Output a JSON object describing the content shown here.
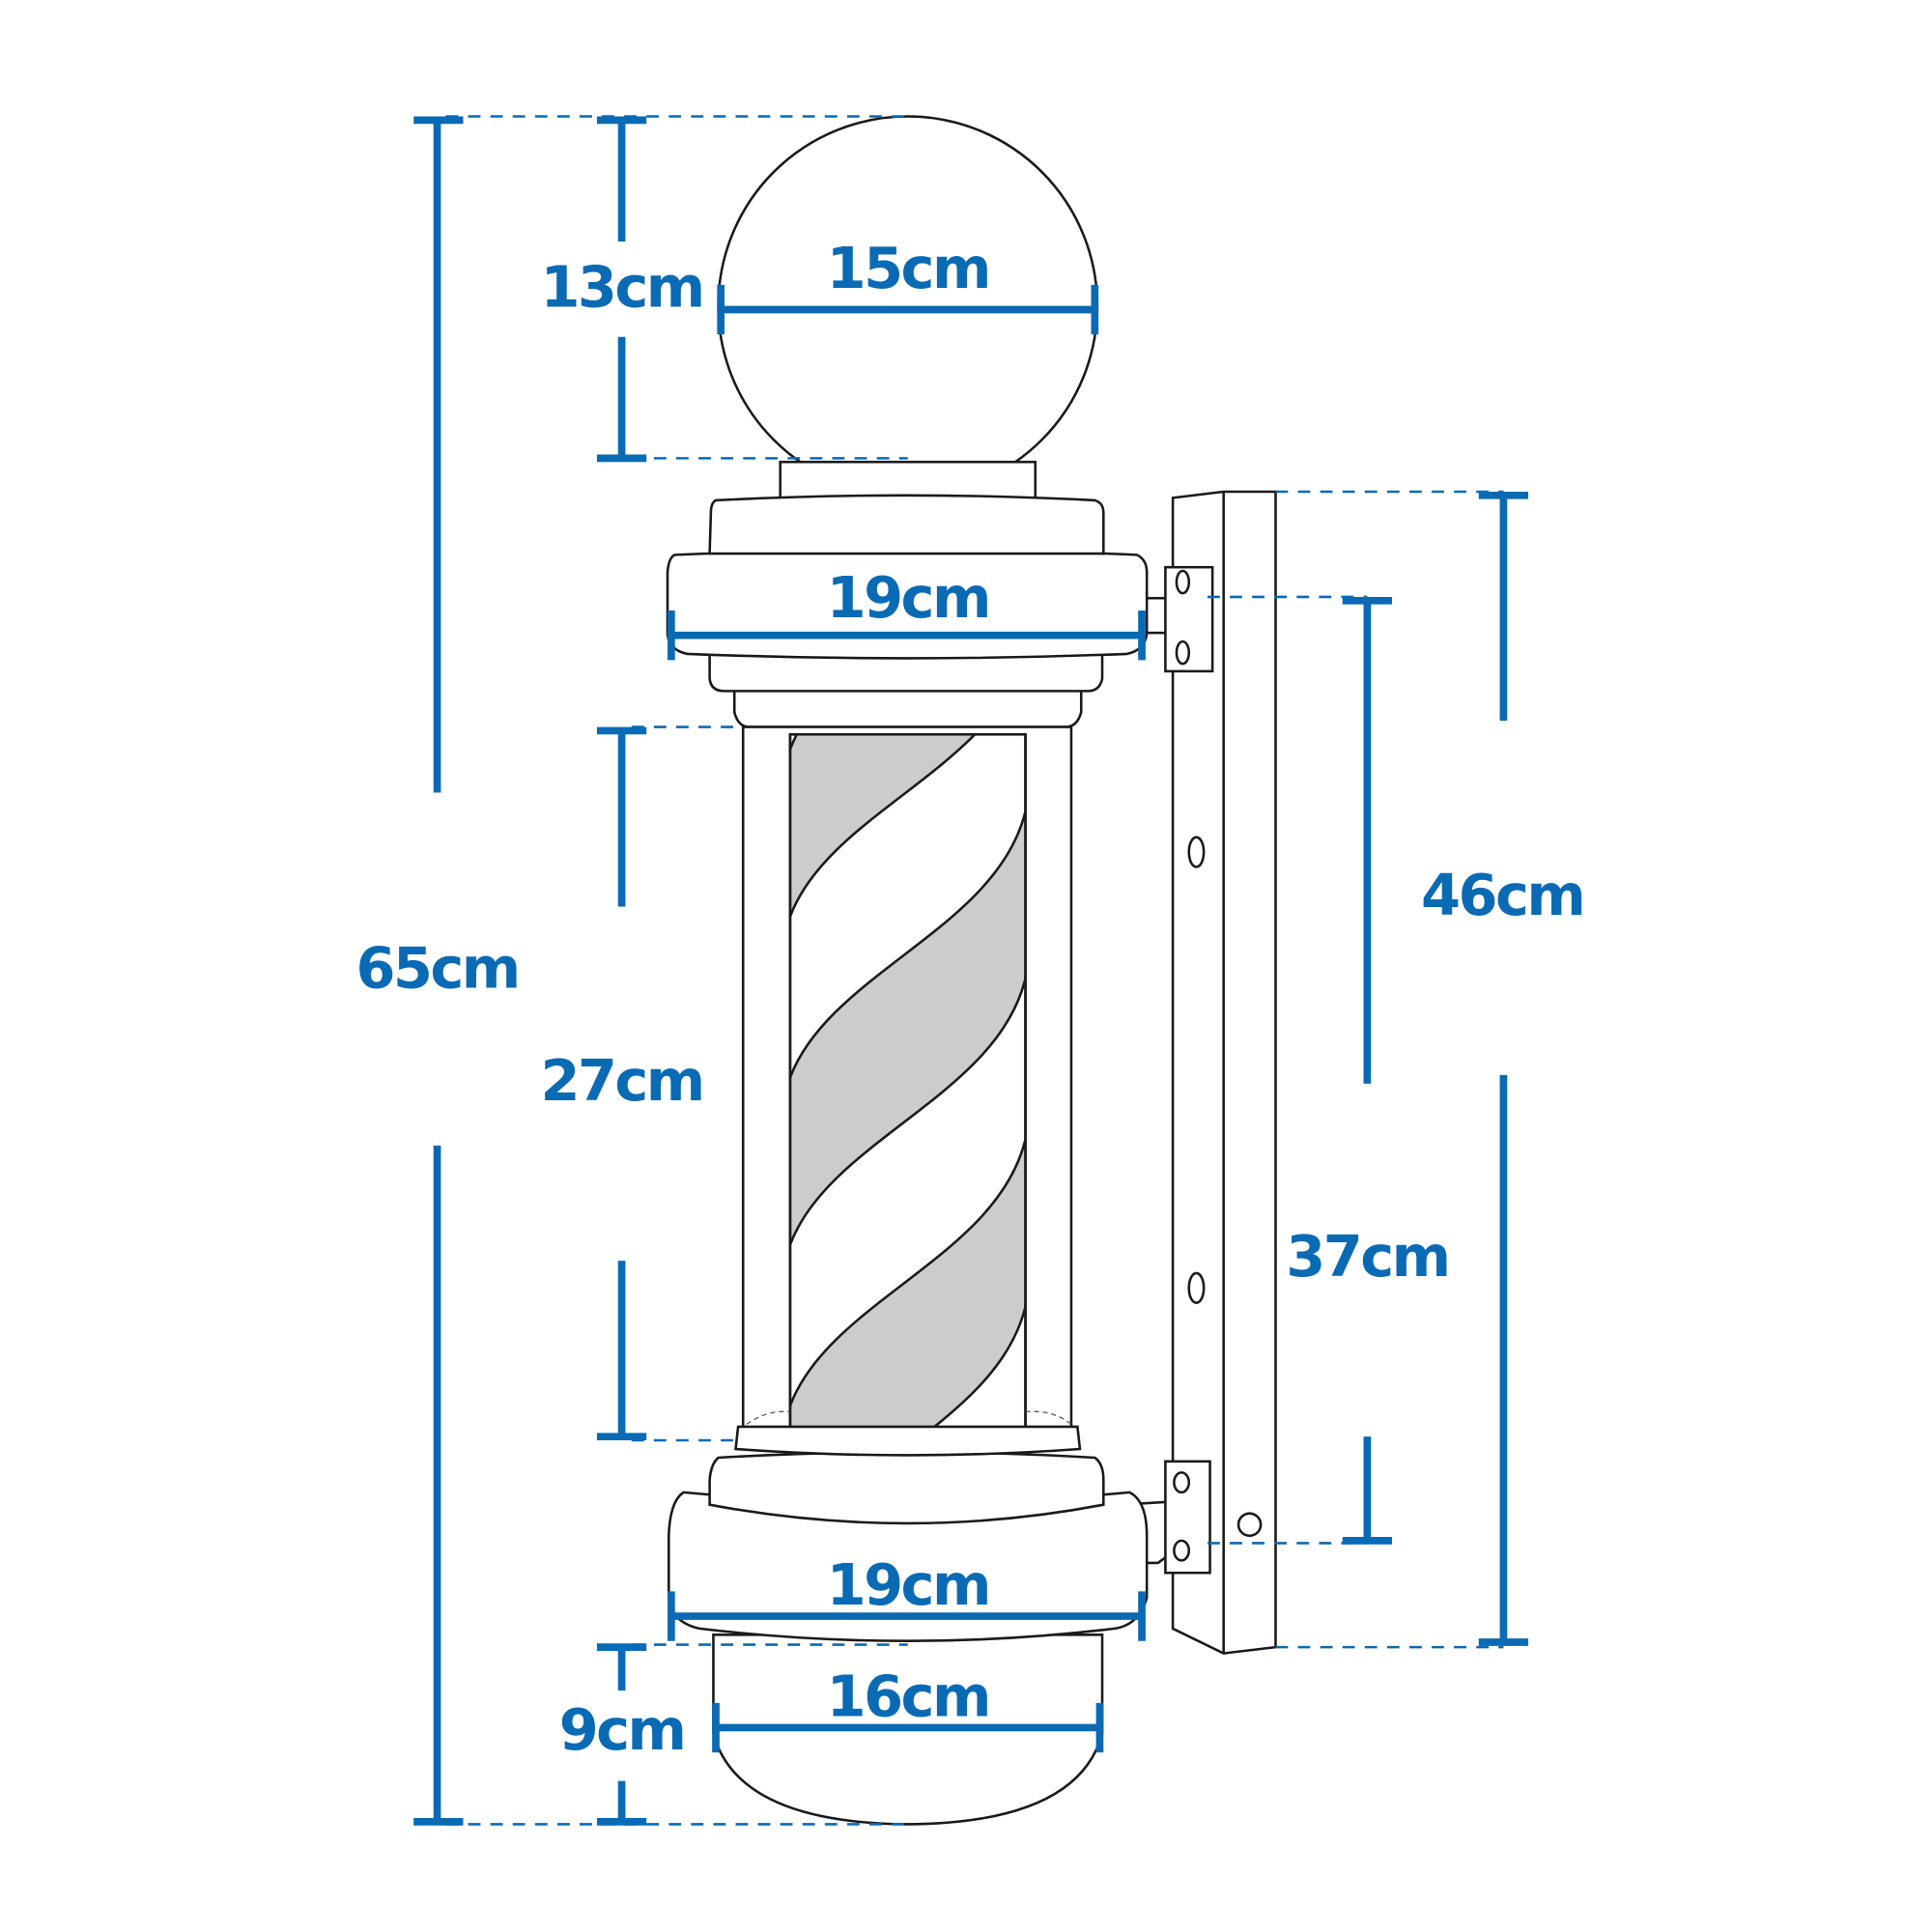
{
  "colors": {
    "accent": "#0a6ab4",
    "stripe": "#cccccc",
    "outline": "#1a1a1a"
  },
  "dimensions": {
    "total_height": "65cm",
    "globe_height": "13cm",
    "globe_width": "15cm",
    "top_cap_width": "19cm",
    "tube_height": "27cm",
    "bottom_cap_width": "19cm",
    "bottom_bowl_width": "16cm",
    "bottom_bowl_height": "9cm",
    "wall_plate_height": "46cm",
    "bracket_spacing": "37cm"
  }
}
